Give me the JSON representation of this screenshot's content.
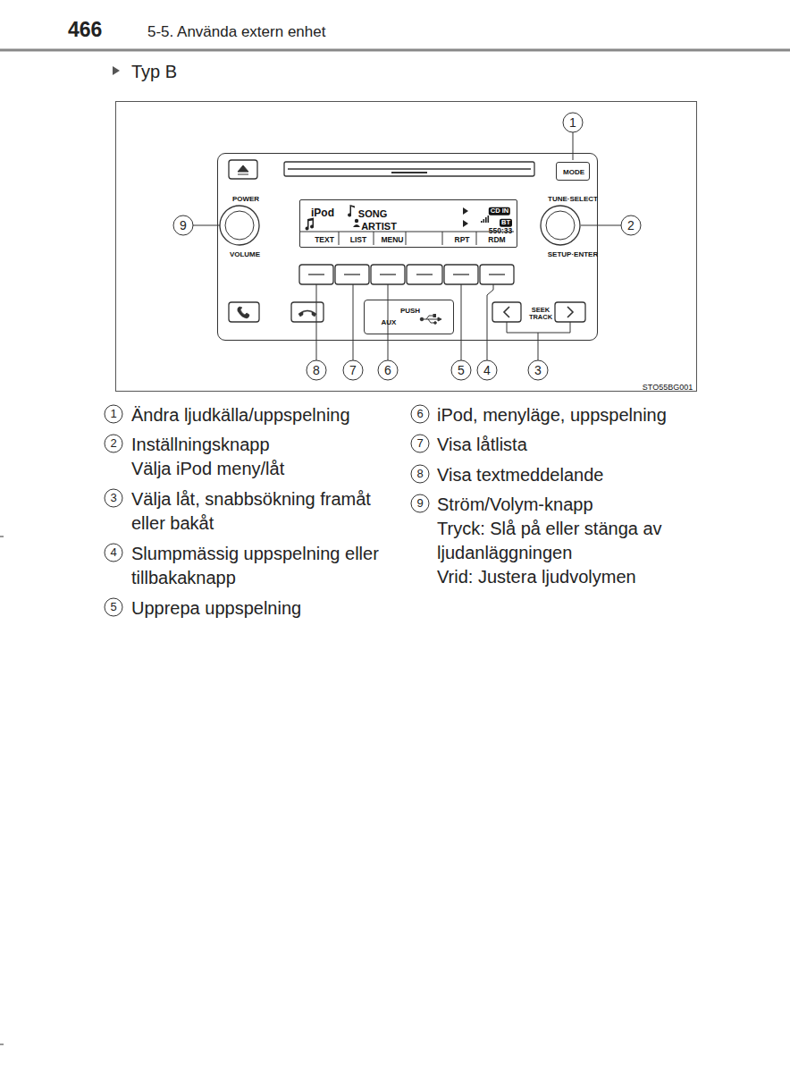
{
  "diagram": {
    "nodes": [
      {
        "text": [
          "STO55BG001"
        ]
      },
      {
        "text": [
          "POWER",
          "VOLUME",
          "TUNE·SELECT",
          "SETUP·ENTER",
          "SEEK TRACK"
        ],
        "in": 0
      },
      {
        "text": [
          "MODE"
        ],
        "in": 1
      },
      {
        "text": [
          "iPod",
          "SONG",
          "ARTIST",
          "TEXT",
          "LIST",
          "MENU",
          "RPT",
          "RDM",
          "CD IN",
          "BT",
          "550:33"
        ],
        "in": 1
      },
      {
        "text": [
          "PUSH",
          "AUX"
        ],
        "in": 1
      }
    ],
    "labels": [
      "466",
      "5-5. Använda extern enhet",
      "Typ B",
      "1",
      "2",
      "9",
      "8",
      "7",
      "6",
      "5",
      "4",
      "3",
      "1",
      "Ändra ljudkälla/uppspelning",
      "2",
      "Inställningsknapp",
      "Välja iPod meny/låt",
      "3",
      "Välja låt, snabbsökning framåt eller bakåt",
      "4",
      "Slumpmässig uppspelning eller tillbakaknapp",
      "5",
      "Upprepa uppspelning",
      "6",
      "iPod, menyläge, uppspelning",
      "7",
      "Visa låtlista",
      "8",
      "Visa textmeddelande",
      "9",
      "Ström/Volym-knapp",
      "Tryck: Slå på eller stänga av ljudanläggningen",
      "Vrid: Justera ljudvolymen"
    ]
  }
}
